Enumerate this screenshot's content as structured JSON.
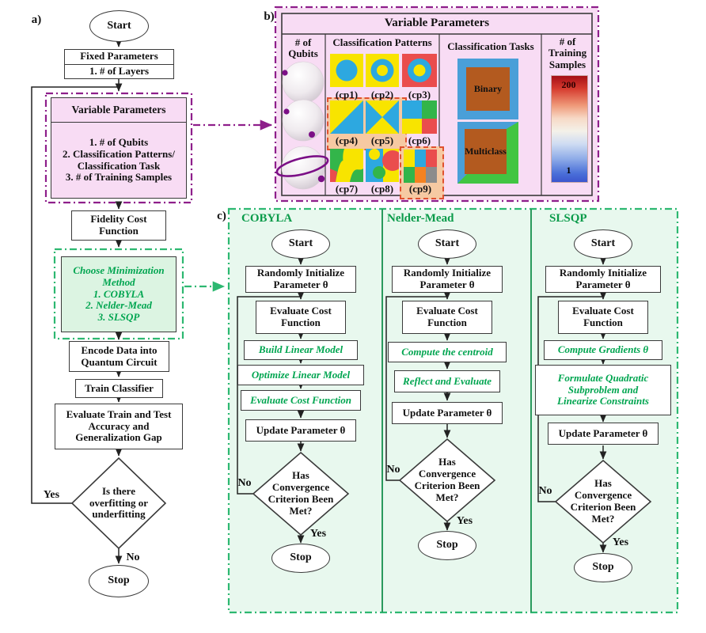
{
  "colors": {
    "magenta_border": "#8e1f8b",
    "pink_bg": "#f8dcf4",
    "green_border": "#2db871",
    "green_text": "#00a550",
    "panel_c_bg": "#e8f8ee",
    "highlight_bg": "#f6c9a2",
    "highlight_border": "#e0512f"
  },
  "panel_a": {
    "label": "a)",
    "start": "Start",
    "fixed": {
      "title": "Fixed Parameters",
      "item": "1. # of Layers"
    },
    "variable": {
      "title": "Variable Parameters",
      "items": "1. # of Qubits\n2. Classification Patterns/\nClassification Task\n3. # of Training Samples"
    },
    "fidelity": "Fidelity Cost\nFunction",
    "choose": {
      "title": "Choose Minimization\nMethod",
      "items": "1.   COBYLA\n2. Nelder-Mead\n3. SLSQP"
    },
    "encode": "Encode Data into\nQuantum Circuit",
    "train": "Train Classifier",
    "evaluate": "Evaluate Train and Test\nAccuracy and\nGeneralization Gap",
    "decision": "Is there\noverfitting or\nunderfitting",
    "yes": "Yes",
    "no": "No",
    "stop": "Stop"
  },
  "panel_b": {
    "label": "b)",
    "title": "Variable Parameters",
    "qubits": {
      "header": "# of\nQubits"
    },
    "patterns": {
      "header": "Classification Patterns",
      "labels": [
        "(cp1)",
        "(cp2)",
        "(cp3)",
        "(cp4)",
        "(cp5)",
        "(cp6)",
        "(cp7)",
        "(cp8)",
        "(cp9)"
      ]
    },
    "tasks": {
      "header": "Classification Tasks",
      "binary": "Binary",
      "multiclass": "Multiclass"
    },
    "samples": {
      "header": "# of\nTraining\nSamples",
      "max": "200",
      "min": "1"
    }
  },
  "panel_c": {
    "label": "c)",
    "columns": [
      {
        "title": "COBYLA",
        "start": "Start",
        "init": "Randomly Initialize\nParameter θ",
        "eval": "Evaluate Cost\nFunction",
        "steps": [
          "Build Linear Model",
          "Optimize Linear Model",
          "Evaluate Cost Function"
        ],
        "update": "Update Parameter θ",
        "decision": "Has\nConvergence\nCriterion Been\nMet?",
        "no": "No",
        "yes": "Yes",
        "stop": "Stop"
      },
      {
        "title": "Nelder-Mead",
        "start": "Start",
        "init": "Randomly Initialize\nParameter θ",
        "eval": "Evaluate Cost\nFunction",
        "steps": [
          "Compute the centroid",
          "Reflect and Evaluate"
        ],
        "update": "Update Parameter θ",
        "decision": "Has\nConvergence\nCriterion Been\nMet?",
        "no": "No",
        "yes": "Yes",
        "stop": "Stop"
      },
      {
        "title": "SLSQP",
        "start": "Start",
        "init": "Randomly Initialize\nParameter θ",
        "eval": "Evaluate Cost\nFunction",
        "steps": [
          "Compute Gradients θ",
          "Formulate Quadratic\nSubproblem and\nLinearize Constraints"
        ],
        "update": "Update Parameter θ",
        "decision": "Has\nConvergence\nCriterion Been\nMet?",
        "no": "No",
        "yes": "Yes",
        "stop": "Stop"
      }
    ]
  }
}
